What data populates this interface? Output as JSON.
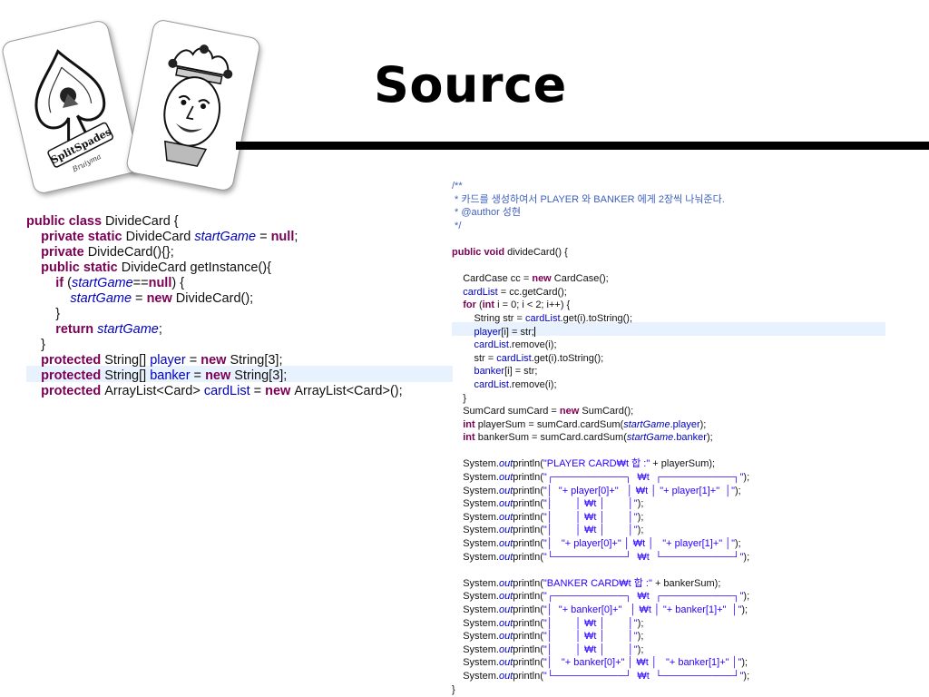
{
  "slide": {
    "title": "Source"
  },
  "cards": {
    "spade_text": "SplitSpades",
    "spade_subtext": "Bruiyma",
    "joker": "joker-face"
  },
  "left_code": [
    [
      {
        "t": "public class ",
        "c": "kw"
      },
      {
        "t": "DivideCard {",
        "c": ""
      }
    ],
    [
      {
        "t": "    private static ",
        "c": "kw"
      },
      {
        "t": "DivideCard ",
        "c": ""
      },
      {
        "t": "startGame",
        "c": "it"
      },
      {
        "t": " = ",
        "c": ""
      },
      {
        "t": "null",
        "c": "kw"
      },
      {
        "t": ";",
        "c": ""
      }
    ],
    [
      {
        "t": "    private ",
        "c": "kw"
      },
      {
        "t": "DivideCard(){};",
        "c": ""
      }
    ],
    [
      {
        "t": "    public static ",
        "c": "kw"
      },
      {
        "t": "DivideCard getInstance(){",
        "c": ""
      }
    ],
    [
      {
        "t": "        if ",
        "c": "kw"
      },
      {
        "t": "(",
        "c": ""
      },
      {
        "t": "startGame",
        "c": "it"
      },
      {
        "t": "==",
        "c": ""
      },
      {
        "t": "null",
        "c": "kw"
      },
      {
        "t": ") {",
        "c": ""
      }
    ],
    [
      {
        "t": "            startGame",
        "c": "it"
      },
      {
        "t": " = ",
        "c": ""
      },
      {
        "t": "new ",
        "c": "kw"
      },
      {
        "t": "DivideCard();",
        "c": ""
      }
    ],
    [
      {
        "t": "        }",
        "c": ""
      }
    ],
    [
      {
        "t": "        return ",
        "c": "kw"
      },
      {
        "t": "startGame",
        "c": "it"
      },
      {
        "t": ";",
        "c": ""
      }
    ],
    [
      {
        "t": "    }",
        "c": ""
      }
    ],
    [
      {
        "t": "    protected ",
        "c": "kw"
      },
      {
        "t": "String[] ",
        "c": ""
      },
      {
        "t": "player",
        "c": "fld"
      },
      {
        "t": " = ",
        "c": ""
      },
      {
        "t": "new ",
        "c": "kw"
      },
      {
        "t": "String[3];",
        "c": ""
      }
    ],
    [
      {
        "t": "    protected ",
        "c": "kw"
      },
      {
        "t": "String[] ",
        "c": ""
      },
      {
        "t": "banker",
        "c": "fld"
      },
      {
        "t": " = ",
        "c": ""
      },
      {
        "t": "new ",
        "c": "kw"
      },
      {
        "t": "String[3];",
        "c": ""
      }
    ],
    [
      {
        "t": "    protected ",
        "c": "kw"
      },
      {
        "t": "ArrayList<Card> ",
        "c": ""
      },
      {
        "t": "cardList",
        "c": "fld"
      },
      {
        "t": " = ",
        "c": ""
      },
      {
        "t": "new ",
        "c": "kw"
      },
      {
        "t": "ArrayList<Card>();",
        "c": ""
      }
    ]
  ],
  "right_code": [
    [
      {
        "t": "/**",
        "c": "cm"
      }
    ],
    [
      {
        "t": " * 카드를 생성하여서 PLAYER 와 BANKER 에게 2장씩 나눠준다.",
        "c": "cm"
      }
    ],
    [
      {
        "t": " * @author 성현",
        "c": "cm"
      }
    ],
    [
      {
        "t": " */",
        "c": "cm"
      }
    ],
    [
      {
        "t": "",
        "c": ""
      }
    ],
    [
      {
        "t": "public void ",
        "c": "kw"
      },
      {
        "t": "divideCard() {",
        "c": ""
      }
    ],
    [
      {
        "t": "",
        "c": ""
      }
    ],
    [
      {
        "t": "    CardCase cc = ",
        "c": ""
      },
      {
        "t": "new ",
        "c": "kw"
      },
      {
        "t": "CardCase();",
        "c": ""
      }
    ],
    [
      {
        "t": "    cardList",
        "c": "fld"
      },
      {
        "t": " = cc.getCard();",
        "c": ""
      }
    ],
    [
      {
        "t": "    for ",
        "c": "kw"
      },
      {
        "t": "(",
        "c": ""
      },
      {
        "t": "int ",
        "c": "kw"
      },
      {
        "t": "i = 0; i < 2; i++) {",
        "c": ""
      }
    ],
    [
      {
        "t": "        String str = ",
        "c": ""
      },
      {
        "t": "cardList",
        "c": "fld"
      },
      {
        "t": ".get(i).toString();",
        "c": ""
      }
    ],
    [
      {
        "t": "        player",
        "c": "fld"
      },
      {
        "t": "[i] = str;",
        "c": ""
      }
    ],
    [
      {
        "t": "        cardList",
        "c": "fld"
      },
      {
        "t": ".remove(i);",
        "c": ""
      }
    ],
    [
      {
        "t": "        str = ",
        "c": ""
      },
      {
        "t": "cardList",
        "c": "fld"
      },
      {
        "t": ".get(i).toString();",
        "c": ""
      }
    ],
    [
      {
        "t": "        banker",
        "c": "fld"
      },
      {
        "t": "[i] = str;",
        "c": ""
      }
    ],
    [
      {
        "t": "        cardList",
        "c": "fld"
      },
      {
        "t": ".remove(i);",
        "c": ""
      }
    ],
    [
      {
        "t": "    }",
        "c": ""
      }
    ],
    [
      {
        "t": "    SumCard sumCard = ",
        "c": ""
      },
      {
        "t": "new ",
        "c": "kw"
      },
      {
        "t": "SumCard();",
        "c": ""
      }
    ],
    [
      {
        "t": "    int ",
        "c": "kw"
      },
      {
        "t": "playerSum = sumCard.cardSum(",
        "c": ""
      },
      {
        "t": "startGame",
        "c": "it"
      },
      {
        "t": ".",
        "c": ""
      },
      {
        "t": "player",
        "c": "fld"
      },
      {
        "t": ");",
        "c": ""
      }
    ],
    [
      {
        "t": "    int ",
        "c": "kw"
      },
      {
        "t": "bankerSum = sumCard.cardSum(",
        "c": ""
      },
      {
        "t": "startGame",
        "c": "it"
      },
      {
        "t": ".",
        "c": ""
      },
      {
        "t": "banker",
        "c": "fld"
      },
      {
        "t": ");",
        "c": ""
      }
    ],
    [
      {
        "t": "",
        "c": ""
      }
    ],
    [
      {
        "t": "    System.",
        "c": ""
      },
      {
        "t": "out",
        "c": "it"
      },
      {
        "t": "println(",
        "c": ""
      },
      {
        "t": "\"PLAYER CARD₩t 합 :\"",
        "c": "str"
      },
      {
        "t": " + playerSum);",
        "c": ""
      }
    ],
    [
      {
        "t": "    System.",
        "c": ""
      },
      {
        "t": "out",
        "c": "it"
      },
      {
        "t": "println(",
        "c": ""
      },
      {
        "t": "\"┌──────────┐  ₩t  ┌──────────┐\"",
        "c": "str"
      },
      {
        "t": ");",
        "c": ""
      }
    ],
    [
      {
        "t": "    System.",
        "c": ""
      },
      {
        "t": "out",
        "c": "it"
      },
      {
        "t": "println(",
        "c": ""
      },
      {
        "t": "\"│  \"+ player[0]+\"   │ ₩t │ \"+ player[1]+\"  │\"",
        "c": "str"
      },
      {
        "t": ");",
        "c": ""
      }
    ],
    [
      {
        "t": "    System.",
        "c": ""
      },
      {
        "t": "out",
        "c": "it"
      },
      {
        "t": "println(",
        "c": ""
      },
      {
        "t": "\"│        │ ₩t │        │\"",
        "c": "str"
      },
      {
        "t": ");",
        "c": ""
      }
    ],
    [
      {
        "t": "    System.",
        "c": ""
      },
      {
        "t": "out",
        "c": "it"
      },
      {
        "t": "println(",
        "c": ""
      },
      {
        "t": "\"│        │ ₩t │        │\"",
        "c": "str"
      },
      {
        "t": ");",
        "c": ""
      }
    ],
    [
      {
        "t": "    System.",
        "c": ""
      },
      {
        "t": "out",
        "c": "it"
      },
      {
        "t": "println(",
        "c": ""
      },
      {
        "t": "\"│        │ ₩t │        │\"",
        "c": "str"
      },
      {
        "t": ");",
        "c": ""
      }
    ],
    [
      {
        "t": "    System.",
        "c": ""
      },
      {
        "t": "out",
        "c": "it"
      },
      {
        "t": "println(",
        "c": ""
      },
      {
        "t": "\"│   \"+ player[0]+\" │ ₩t │   \"+ player[1]+\" │\"",
        "c": "str"
      },
      {
        "t": ");",
        "c": ""
      }
    ],
    [
      {
        "t": "    System.",
        "c": ""
      },
      {
        "t": "out",
        "c": "it"
      },
      {
        "t": "println(",
        "c": ""
      },
      {
        "t": "\"└──────────┘  ₩t  └──────────┘\"",
        "c": "str"
      },
      {
        "t": ");",
        "c": ""
      }
    ],
    [
      {
        "t": "",
        "c": ""
      }
    ],
    [
      {
        "t": "    System.",
        "c": ""
      },
      {
        "t": "out",
        "c": "it"
      },
      {
        "t": "println(",
        "c": ""
      },
      {
        "t": "\"BANKER CARD₩t 합 :\"",
        "c": "str"
      },
      {
        "t": " + bankerSum);",
        "c": ""
      }
    ],
    [
      {
        "t": "    System.",
        "c": ""
      },
      {
        "t": "out",
        "c": "it"
      },
      {
        "t": "println(",
        "c": ""
      },
      {
        "t": "\"┌──────────┐  ₩t  ┌──────────┐\"",
        "c": "str"
      },
      {
        "t": ");",
        "c": ""
      }
    ],
    [
      {
        "t": "    System.",
        "c": ""
      },
      {
        "t": "out",
        "c": "it"
      },
      {
        "t": "println(",
        "c": ""
      },
      {
        "t": "\"│  \"+ banker[0]+\"   │ ₩t │ \"+ banker[1]+\"  │\"",
        "c": "str"
      },
      {
        "t": ");",
        "c": ""
      }
    ],
    [
      {
        "t": "    System.",
        "c": ""
      },
      {
        "t": "out",
        "c": "it"
      },
      {
        "t": "println(",
        "c": ""
      },
      {
        "t": "\"│        │ ₩t │        │\"",
        "c": "str"
      },
      {
        "t": ");",
        "c": ""
      }
    ],
    [
      {
        "t": "    System.",
        "c": ""
      },
      {
        "t": "out",
        "c": "it"
      },
      {
        "t": "println(",
        "c": ""
      },
      {
        "t": "\"│        │ ₩t │        │\"",
        "c": "str"
      },
      {
        "t": ");",
        "c": ""
      }
    ],
    [
      {
        "t": "    System.",
        "c": ""
      },
      {
        "t": "out",
        "c": "it"
      },
      {
        "t": "println(",
        "c": ""
      },
      {
        "t": "\"│        │ ₩t │        │\"",
        "c": "str"
      },
      {
        "t": ");",
        "c": ""
      }
    ],
    [
      {
        "t": "    System.",
        "c": ""
      },
      {
        "t": "out",
        "c": "it"
      },
      {
        "t": "println(",
        "c": ""
      },
      {
        "t": "\"│   \"+ banker[0]+\" │ ₩t │   \"+ banker[1]+\" │\"",
        "c": "str"
      },
      {
        "t": ");",
        "c": ""
      }
    ],
    [
      {
        "t": "    System.",
        "c": ""
      },
      {
        "t": "out",
        "c": "it"
      },
      {
        "t": "println(",
        "c": ""
      },
      {
        "t": "\"└──────────┘  ₩t  └──────────┘\"",
        "c": "str"
      },
      {
        "t": ");",
        "c": ""
      }
    ],
    [
      {
        "t": "}",
        "c": ""
      }
    ]
  ]
}
